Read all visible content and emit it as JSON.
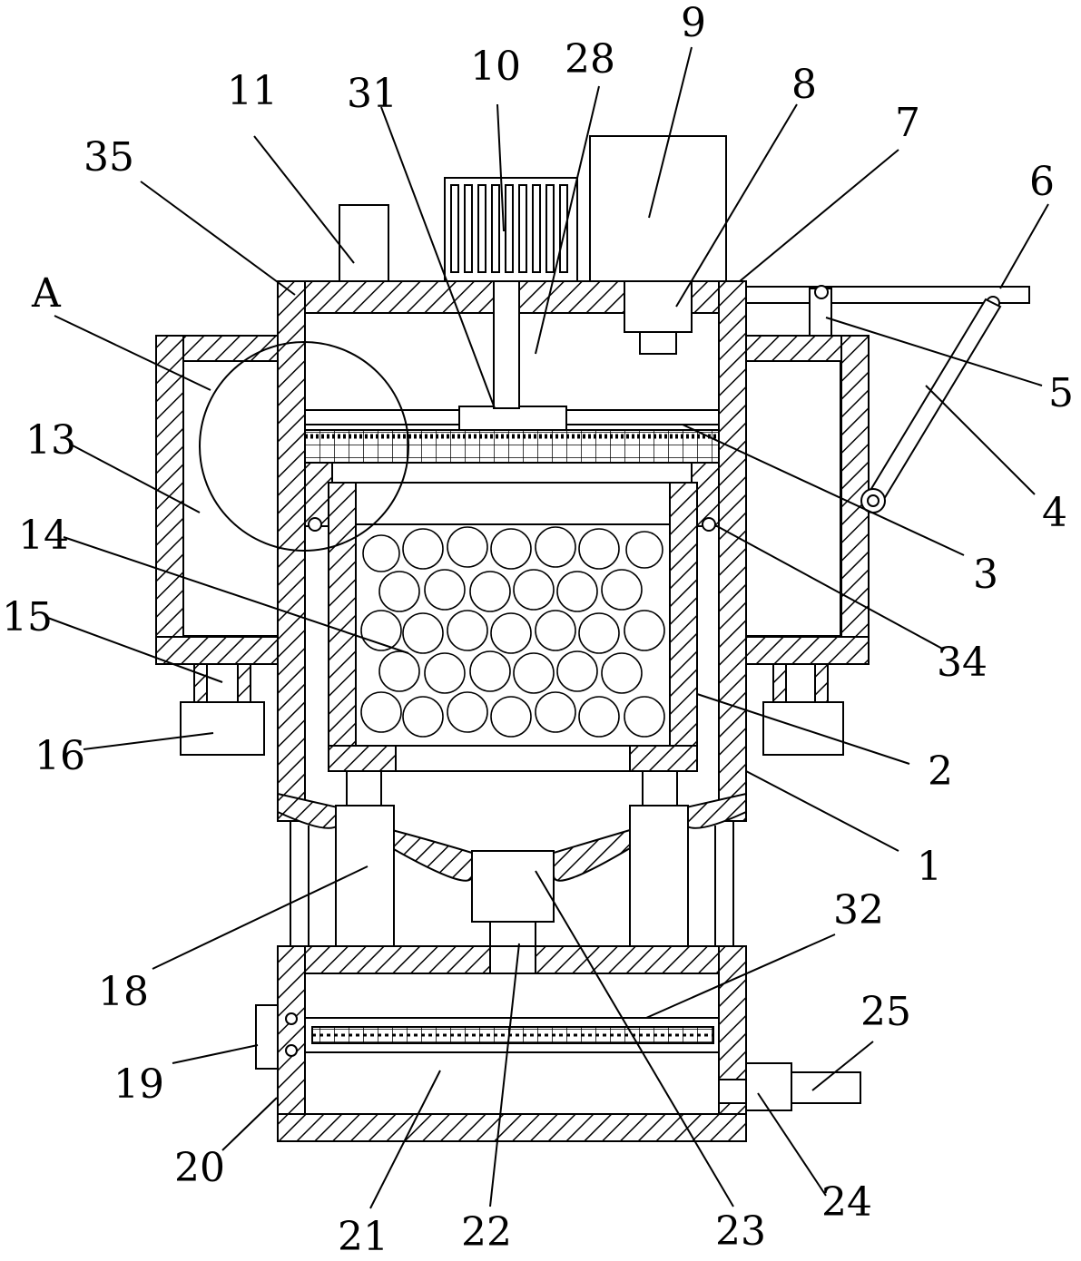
{
  "labels": {
    "l1": "1",
    "l2": "2",
    "l3": "3",
    "l4": "4",
    "l5": "5",
    "l6": "6",
    "l7": "7",
    "l8": "8",
    "l9": "9",
    "l10": "10",
    "l11": "11",
    "l13": "13",
    "l14": "14",
    "l15": "15",
    "l16": "16",
    "l18": "18",
    "l19": "19",
    "l20": "20",
    "l21": "21",
    "l22": "22",
    "l23": "23",
    "l24": "24",
    "l25": "25",
    "l28": "28",
    "l31": "31",
    "l32": "32",
    "l34": "34",
    "l35": "35",
    "lA": "A"
  }
}
